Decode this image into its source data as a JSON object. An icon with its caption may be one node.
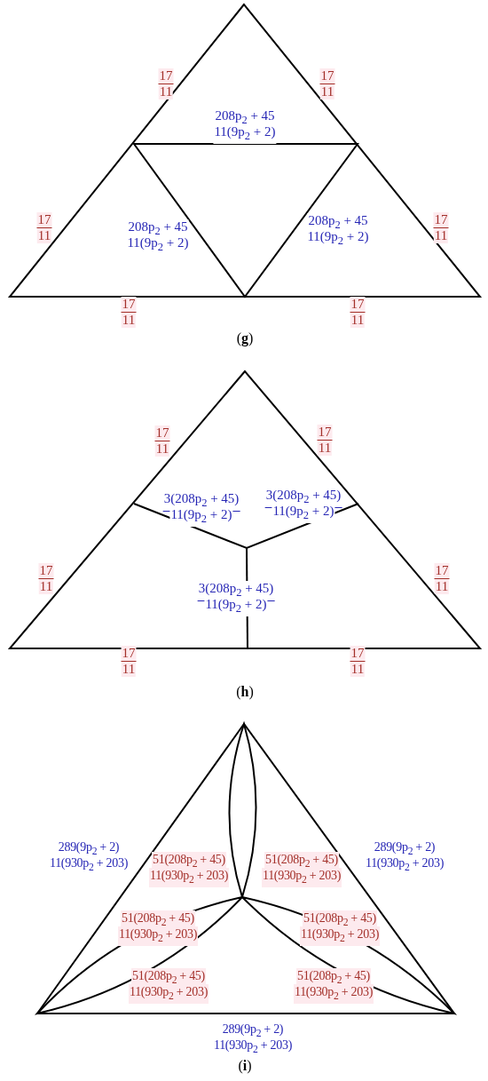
{
  "diagram": {
    "labels": [
      "17",
      "11",
      "17",
      "11",
      "208p$_{2}$ + 45",
      "11(9p$_{2}$ + 2)",
      "17",
      "11",
      "208p$_{2}$ + 45",
      "11(9p$_{2}$ + 2)",
      "208p$_{2}$ + 45",
      "11(9p$_{2}$ + 2)",
      "17",
      "11",
      "17",
      "11",
      "17",
      "11",
      "(**g**)",
      "17",
      "11",
      "17",
      "11",
      "3(208p$_{2}$ + 45)",
      "11(9p$_{2}$ + 2)",
      "3(208p$_{2}$ + 45)",
      "11(9p$_{2}$ + 2)",
      "17",
      "11",
      "17",
      "11",
      "3(208p$_{2}$ + 45)",
      "11(9p$_{2}$ + 2)",
      "17",
      "11",
      "17",
      "11",
      "(**h**)",
      "289(9p$_{2}$ + 2)",
      "11(930p$_{2}$ + 203)",
      "51(208p$_{2}$ + 45)",
      "11(930p$_{2}$ + 203)",
      "51(208p$_{2}$ + 45)",
      "11(930p$_{2}$ + 203)",
      "289(9p$_{2}$ + 2)",
      "11(930p$_{2}$ + 203)",
      "51(208p$_{2}$ + 45)",
      "11(930p$_{2}$ + 203)",
      "51(208p$_{2}$ + 45)",
      "11(930p$_{2}$ + 203)",
      "51(208p$_{2}$ + 45)",
      "11(930p$_{2}$ + 203)",
      "51(208p$_{2}$ + 45)",
      "11(930p$_{2}$ + 203)",
      "289(9p$_{2}$ + 2)",
      "11(930p$_{2}$ + 203)",
      "(**i**)"
    ]
  }
}
